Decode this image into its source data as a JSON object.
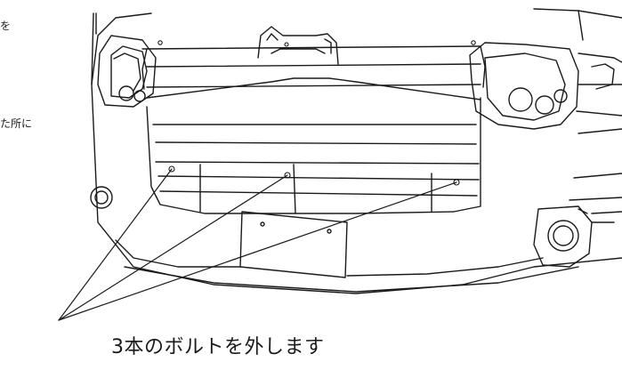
{
  "labels": {
    "fragment_top": "を",
    "fragment_mid": "た所に",
    "caption": "3本のボルトを外します"
  },
  "colors": {
    "line": "#1a1a1a",
    "background": "#ffffff"
  },
  "bolt_count": 3
}
